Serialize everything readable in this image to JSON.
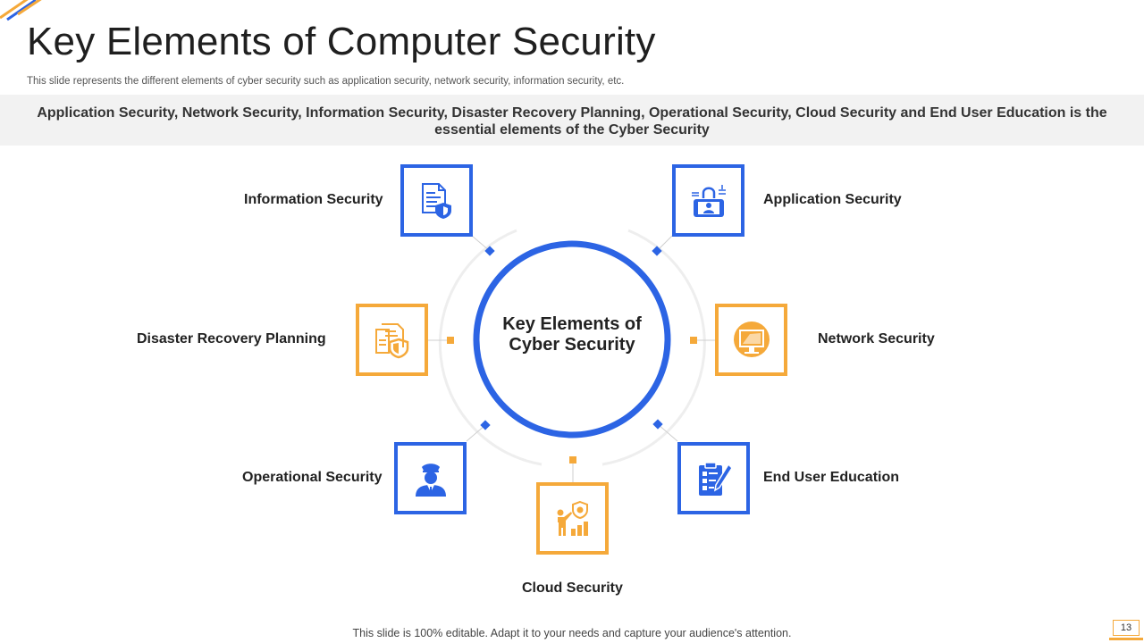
{
  "header": {
    "title": "Key Elements of Computer Security",
    "subtitle": "This slide represents the different elements of cyber security such as application security, network security, information security, etc."
  },
  "banner": {
    "text": "Application  Security, Network Security, Information  Security, Disaster Recovery Planning, Operational  Security, Cloud Security and End User Education is the essential elements of the Cyber Security"
  },
  "center": {
    "label": "Key Elements of Cyber Security"
  },
  "elements": {
    "information_security": {
      "label": "Information  Security",
      "icon": "document-shield-icon",
      "color": "#2c64e4"
    },
    "application_security": {
      "label": "Application  Security",
      "icon": "phone-lock-icon",
      "color": "#2c64e4"
    },
    "disaster_recovery": {
      "label": "Disaster Recovery Planning",
      "icon": "documents-shield-icon",
      "color": "#f5a93a"
    },
    "network_security": {
      "label": "Network Security",
      "icon": "monitor-network-icon",
      "color": "#f5a93a"
    },
    "operational_security": {
      "label": "Operational  Security",
      "icon": "security-officer-icon",
      "color": "#2c64e4"
    },
    "end_user_education": {
      "label": "End User Education",
      "icon": "clipboard-checklist-icon",
      "color": "#2c64e4"
    },
    "cloud_security": {
      "label": "Cloud Security",
      "icon": "presenter-chart-icon",
      "color": "#f5a93a"
    }
  },
  "footer": {
    "text": "This slide is 100% editable. Adapt it to your needs and capture your audience's attention.",
    "page_number": "13"
  },
  "colors": {
    "blue": "#2c64e4",
    "orange": "#f5a93a",
    "banner_bg": "#f2f2f2"
  }
}
